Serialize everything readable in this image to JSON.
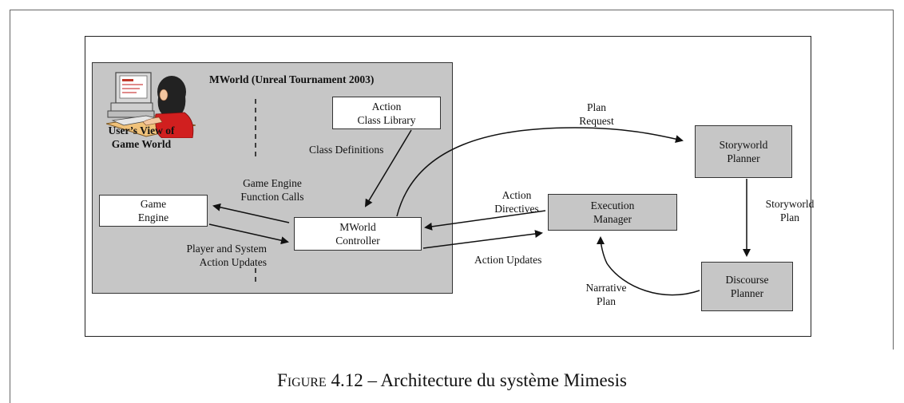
{
  "diagram": {
    "region_title": "MWorld (Unreal Tournament 2003)",
    "user_view_label": "User’s View of\nGame World",
    "boxes": {
      "action_class_library": "Action\nClass Library",
      "game_engine": "Game\nEngine",
      "mworld_controller": "MWorld\nController",
      "execution_manager": "Execution\nManager",
      "storyworld_planner": "Storyworld\nPlanner",
      "discourse_planner": "Discourse\nPlanner"
    },
    "edge_labels": {
      "class_definitions": "Class Definitions",
      "game_engine_function_calls": "Game Engine\nFunction Calls",
      "player_and_system_action_updates": "Player and System\nAction Updates",
      "plan_request": "Plan\nRequest",
      "action_directives": "Action\nDirectives",
      "action_updates": "Action Updates",
      "storyworld_plan": "Storyworld\nPlan",
      "narrative_plan": "Narrative\nPlan"
    }
  },
  "caption": {
    "prefix_smallcaps": "Figure",
    "rest": " 4.12 – Architecture du système Mimesis"
  },
  "colors": {
    "region_fill": "#c6c6c6",
    "stroke": "#222222"
  }
}
